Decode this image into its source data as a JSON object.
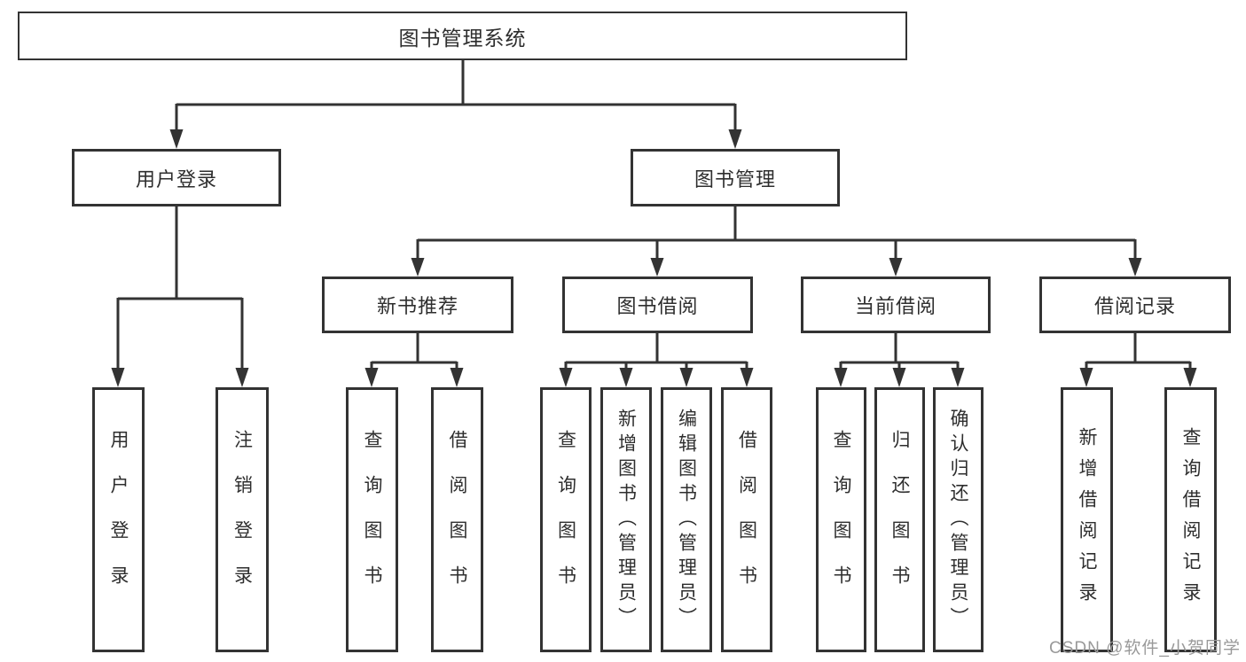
{
  "diagram": {
    "root": {
      "label": "图书管理系统"
    },
    "branches": [
      {
        "label": "用户登录",
        "leaves": [
          "用户登录",
          "注销登录"
        ]
      },
      {
        "label": "图书管理",
        "groups": [
          {
            "label": "新书推荐",
            "leaves": [
              "查询图书",
              "借阅图书"
            ]
          },
          {
            "label": "图书借阅",
            "leaves": [
              "查询图书",
              "新增图书（管理员）",
              "编辑图书（管理员）",
              "借阅图书"
            ]
          },
          {
            "label": "当前借阅",
            "leaves": [
              "查询图书",
              "归还图书",
              "确认归还（管理员）"
            ]
          },
          {
            "label": "借阅记录",
            "leaves": [
              "新增借阅记录",
              "查询借阅记录"
            ]
          }
        ]
      }
    ]
  },
  "watermark": {
    "text": "CSDN @软件_小贺同学"
  },
  "colors": {
    "line": "#333333",
    "box_border": "#333333",
    "text": "#2e2e2e",
    "background": "#ffffff",
    "watermark": "#999999"
  }
}
